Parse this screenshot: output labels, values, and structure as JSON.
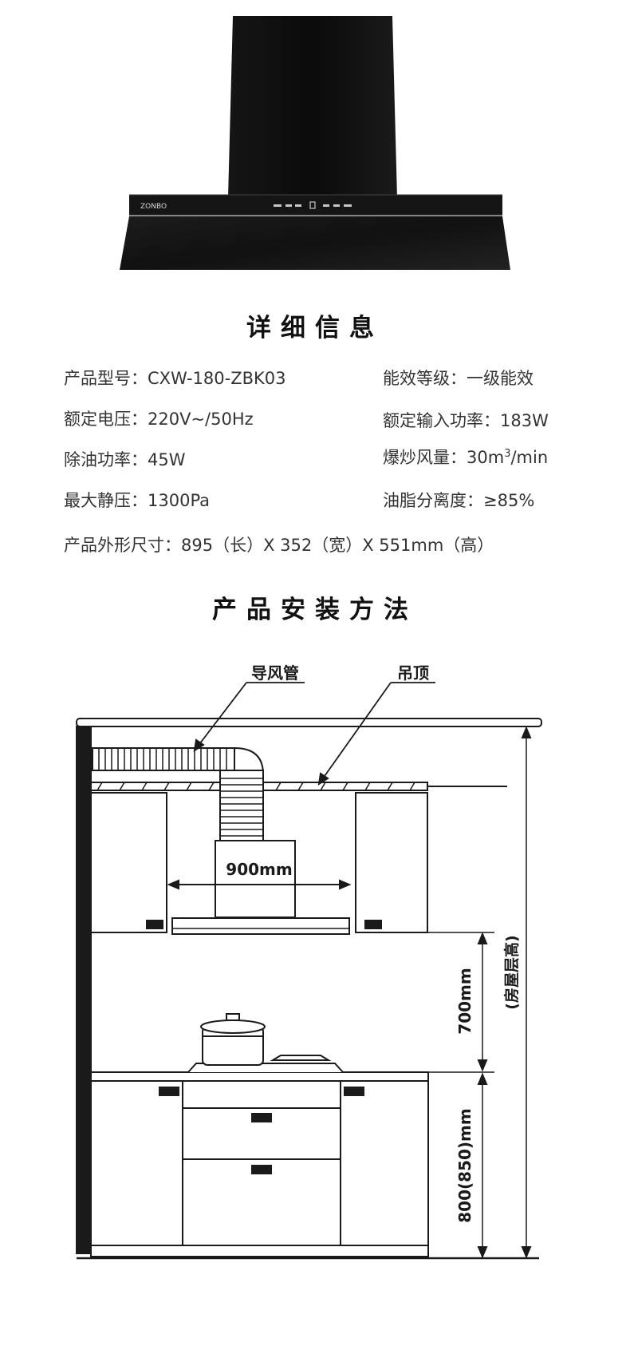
{
  "brand_logo": "ZONBO",
  "titles": {
    "details": "详细信息",
    "install": "产品安装方法"
  },
  "specs": {
    "model": "产品型号：CXW-180-ZBK03",
    "energy_grade": "能效等级：一级能效",
    "voltage": "额定电压：220V~/50Hz",
    "power_input": "额定输入功率：183W",
    "oil_removal_power": "除油功率：45W",
    "airflow_prefix": "爆炒风量：30m",
    "airflow_sup": "3",
    "airflow_suffix": "/min",
    "max_static_pressure": "最大静压：1300Pa",
    "oil_separation": "油脂分离度：≥85%",
    "dimensions": "产品外形尺寸：895（长）X 352（宽）X 551mm（高）"
  },
  "diagram": {
    "duct_label": "导风管",
    "ceiling_label": "吊顶",
    "width_label": "900mm",
    "height_700_label": "700mm",
    "height_800_label": "800(850)mm",
    "floor_height_label": "(房屋层高)"
  }
}
